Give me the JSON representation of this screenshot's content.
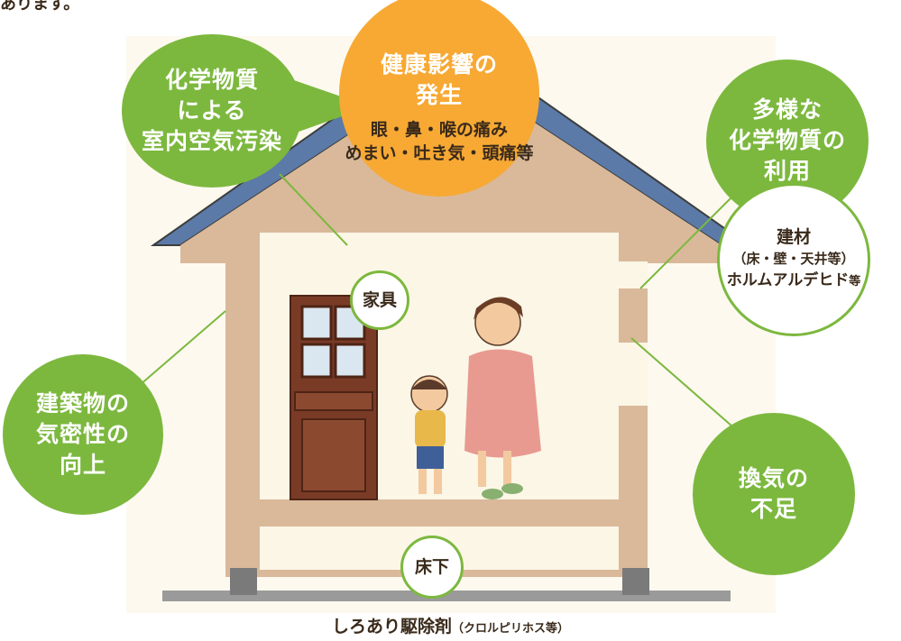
{
  "partial_top_text": "あります。",
  "bubbles": {
    "chemical_pollution": [
      "化学物質",
      "による",
      "室内空気汚染"
    ],
    "health": {
      "title": [
        "健康影響の",
        "発生"
      ],
      "symptoms": [
        "眼・鼻・喉の痛み",
        "めまい・吐き気・頭痛等"
      ]
    },
    "diverse_chemicals": [
      "多様な",
      "化学物質の",
      "利用"
    ],
    "building_materials": {
      "title": "建材",
      "sub": "（床・壁・天井等）",
      "chem": "ホルムアルデヒド",
      "suffix": "等"
    },
    "airtight": [
      "建築物の",
      "気密性の",
      "向上"
    ],
    "ventilation": [
      "換気の",
      "不足"
    ],
    "furniture": "家具",
    "underfloor": "床下"
  },
  "caption": {
    "main": "しろあり駆除剤",
    "sub": "（クロルピリホス等）"
  },
  "colors": {
    "green": "#7cb83e",
    "orange": "#f7a934",
    "roof": "#5b7aa8",
    "wall": "#d9b99a",
    "interior": "#fbf6e6",
    "background": "#fdf9ef"
  }
}
